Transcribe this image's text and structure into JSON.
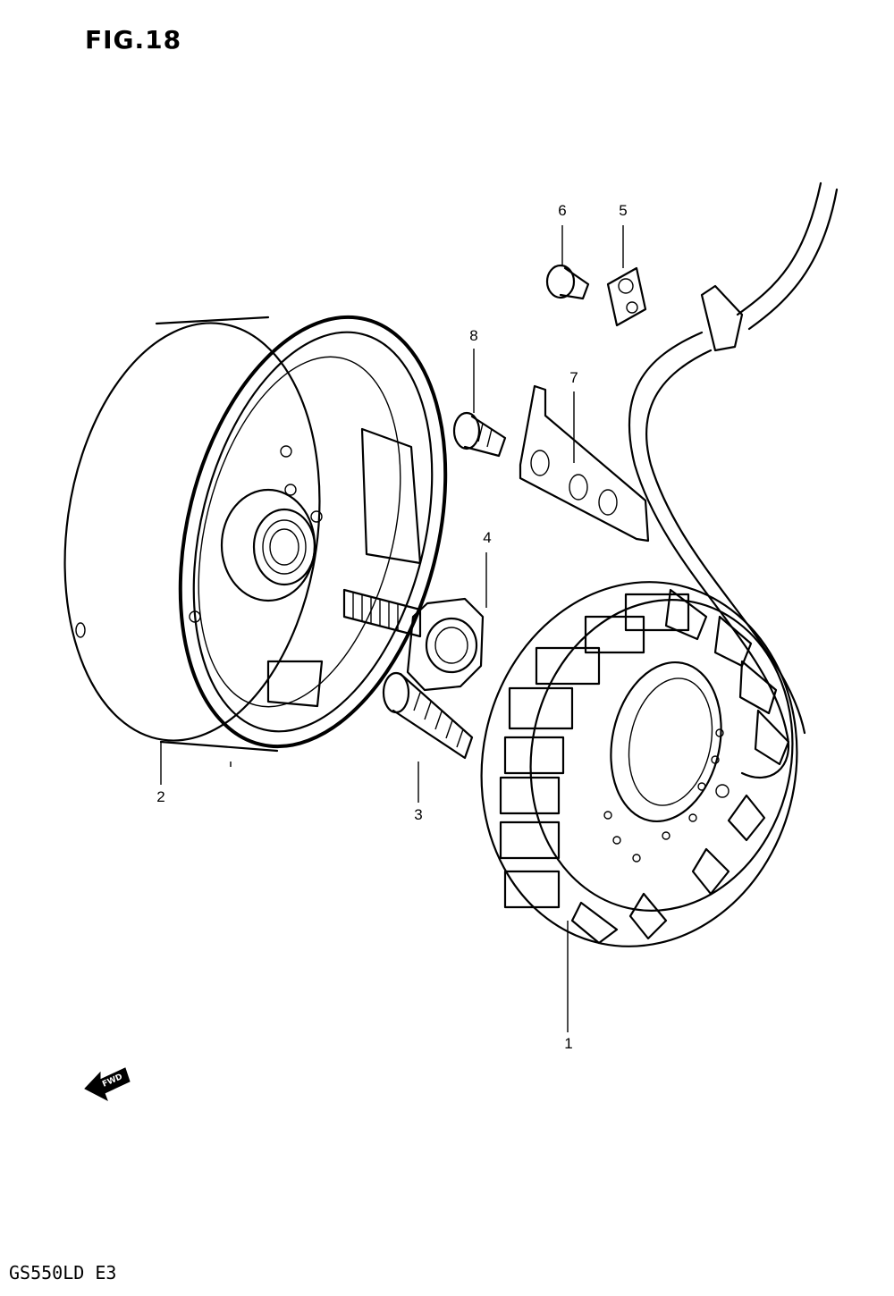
{
  "figure": {
    "title": "FIG.18",
    "model_code": "GS550LD  E3",
    "direction_label": "FWD"
  },
  "callouts": [
    {
      "id": "1",
      "label": "1"
    },
    {
      "id": "2",
      "label": "2"
    },
    {
      "id": "3",
      "label": "3"
    },
    {
      "id": "4",
      "label": "4"
    },
    {
      "id": "5",
      "label": "5"
    },
    {
      "id": "6",
      "label": "6"
    },
    {
      "id": "7",
      "label": "7"
    },
    {
      "id": "8",
      "label": "8"
    }
  ]
}
